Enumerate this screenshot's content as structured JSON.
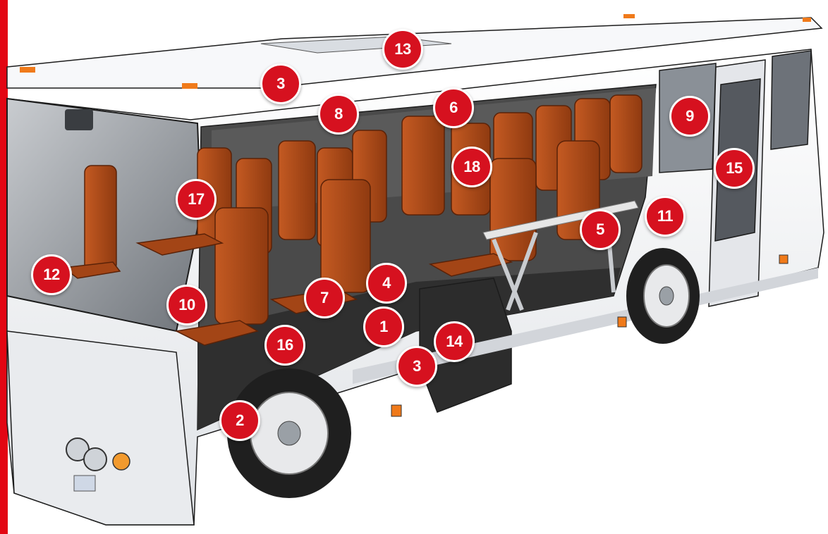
{
  "colors": {
    "accent": "#e30613",
    "marker_fill": "#d6111f",
    "marker_text": "#ffffff",
    "bus_body": "#f3f4f6",
    "bus_outline": "#1c1c1c",
    "seat": "#b04a18",
    "seat_dark": "#7a2e0c",
    "interior_floor": "#3b3b3b",
    "glass": "#9ea3a9"
  },
  "markers": [
    {
      "id": "1",
      "label": "1"
    },
    {
      "id": "2",
      "label": "2"
    },
    {
      "id": "3a",
      "label": "3"
    },
    {
      "id": "3b",
      "label": "3"
    },
    {
      "id": "4",
      "label": "4"
    },
    {
      "id": "5",
      "label": "5"
    },
    {
      "id": "6",
      "label": "6"
    },
    {
      "id": "7",
      "label": "7"
    },
    {
      "id": "8",
      "label": "8"
    },
    {
      "id": "9",
      "label": "9"
    },
    {
      "id": "10",
      "label": "10"
    },
    {
      "id": "11",
      "label": "11"
    },
    {
      "id": "12",
      "label": "12"
    },
    {
      "id": "13",
      "label": "13"
    },
    {
      "id": "14",
      "label": "14"
    },
    {
      "id": "15",
      "label": "15"
    },
    {
      "id": "16",
      "label": "16"
    },
    {
      "id": "17",
      "label": "17"
    },
    {
      "id": "18",
      "label": "18"
    }
  ]
}
